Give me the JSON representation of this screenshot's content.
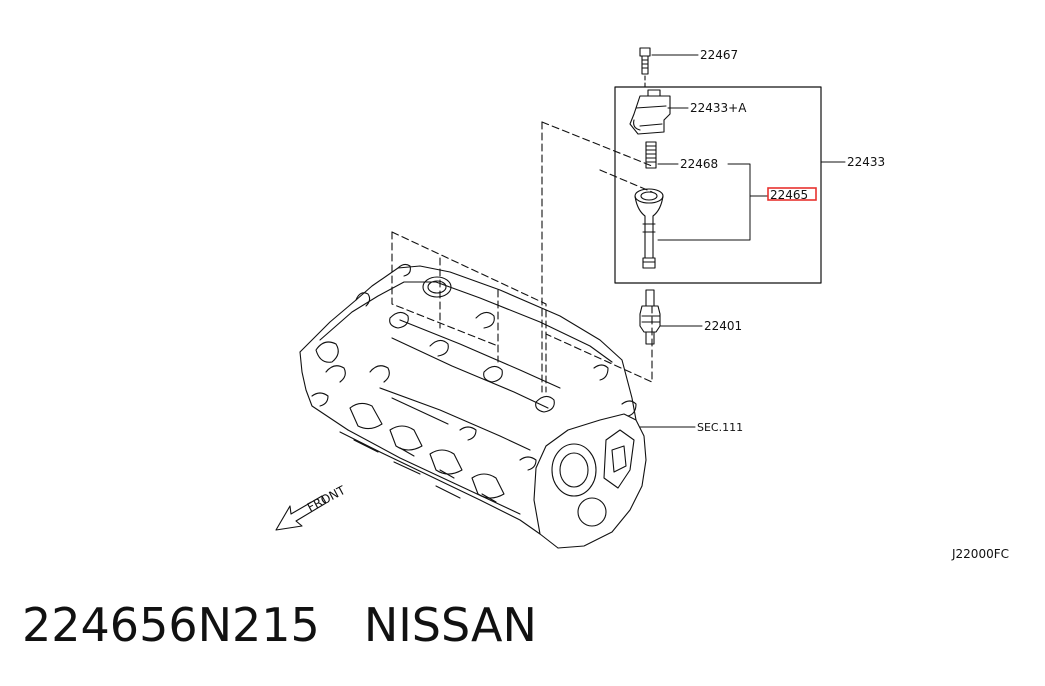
{
  "diagram": {
    "callouts": {
      "bolt": "22467",
      "coil_a": "22433+A",
      "spring": "22468",
      "coil_assy": "22433",
      "boot": "22465",
      "spark_plug": "22401",
      "section": "SEC.111"
    },
    "front_label": "FRONT",
    "diagram_code": "J22000FC",
    "highlight_color": "#e8322f"
  },
  "footer": {
    "part_number": "224656N215",
    "brand": "NISSAN"
  }
}
